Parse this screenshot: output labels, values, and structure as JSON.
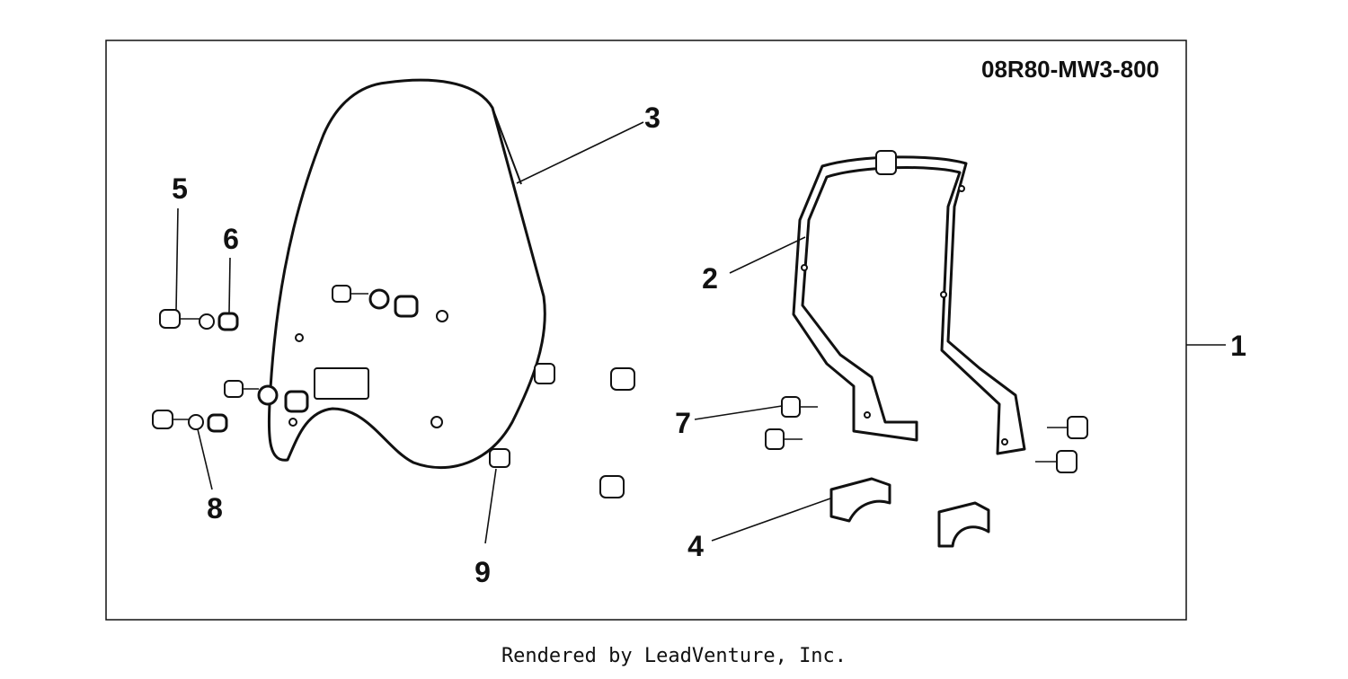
{
  "diagram": {
    "part_number": "08R80-MW3-800",
    "callouts": {
      "c1": "1",
      "c2": "2",
      "c3": "3",
      "c4": "4",
      "c5": "5",
      "c6": "6",
      "c7": "7",
      "c8": "8",
      "c9": "9"
    }
  },
  "footer": {
    "credit": "Rendered by LeadVenture, Inc."
  }
}
